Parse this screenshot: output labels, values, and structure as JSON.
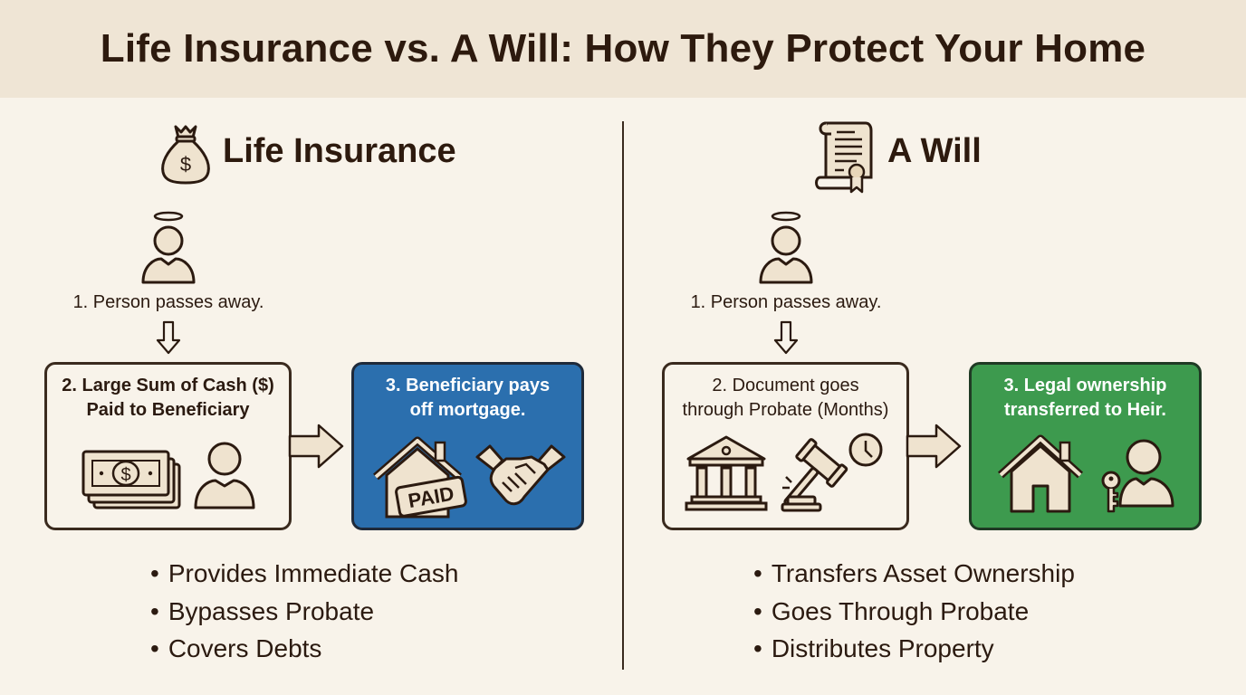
{
  "title": "Life Insurance vs. A Will: How They Protect Your Home",
  "colors": {
    "header_bg": "#efe5d5",
    "page_bg": "#f8f3ea",
    "blue": "#2b6fae",
    "green": "#3d9a4e",
    "ink": "#2b1a10"
  },
  "life_insurance": {
    "heading": "Life Insurance",
    "icon": "money-bag-icon",
    "step1": "1. Person passes away.",
    "step2": "2. Large Sum of Cash ($)\nPaid to Beneficiary",
    "step2_line1": "2. Large Sum of Cash ($)",
    "step2_line2": "Paid to Beneficiary",
    "step3_line1": "3. Beneficiary pays",
    "step3_line2": "off mortgage.",
    "paid_stamp": "PAID",
    "bullets": [
      "Provides Immediate Cash",
      "Bypasses Probate",
      "Covers Debts"
    ]
  },
  "will": {
    "heading": "A Will",
    "icon": "will-document-icon",
    "step1": "1. Person passes away.",
    "step2_line1": "2. Document goes",
    "step2_line2": "through Probate (Months)",
    "step3_line1": "3. Legal ownership",
    "step3_line2": "transferred to Heir.",
    "bullets": [
      "Transfers Asset Ownership",
      "Goes Through Probate",
      "Distributes Property"
    ]
  }
}
